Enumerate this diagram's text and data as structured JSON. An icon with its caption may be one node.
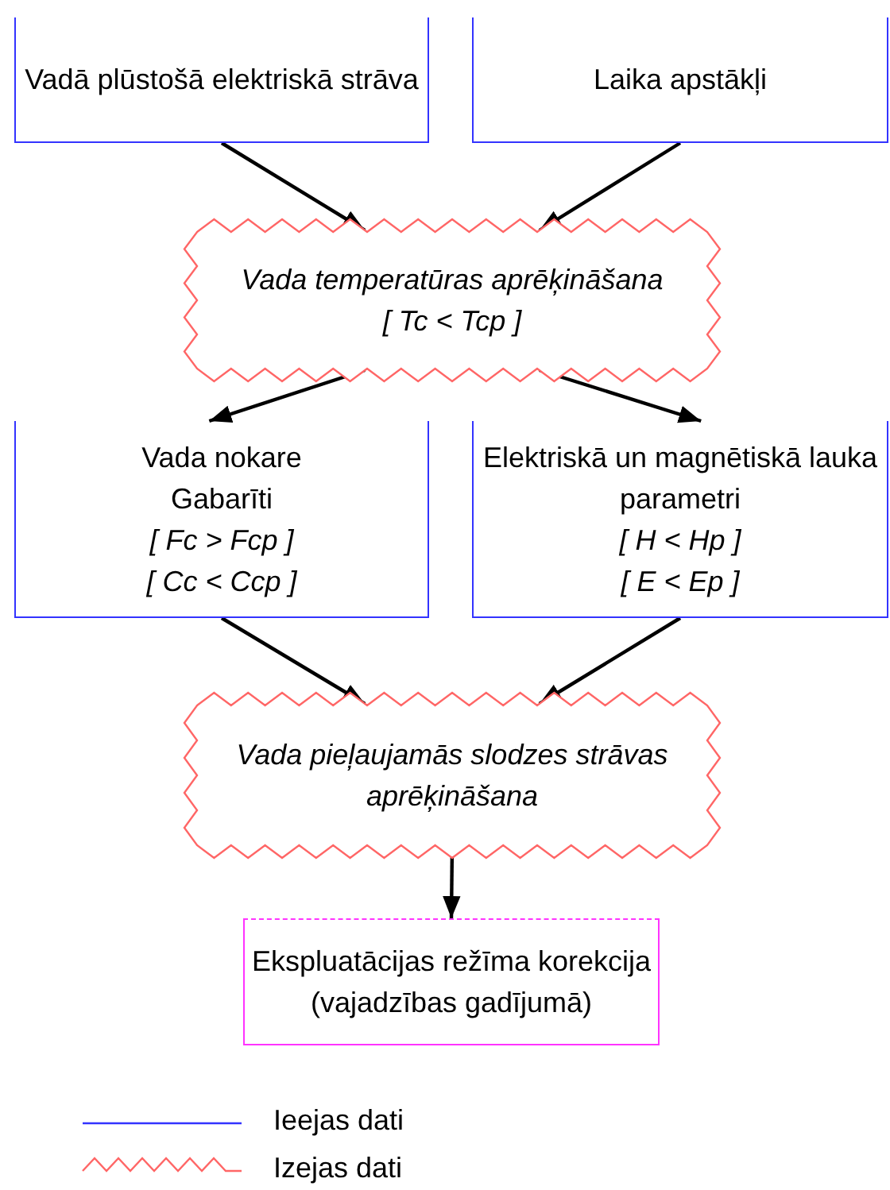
{
  "diagram": {
    "nodes": [
      {
        "text": [
          "Vadā plūstošā elektriskā strāva"
        ]
      },
      {
        "text": [
          "Laika apstākļi"
        ]
      },
      {
        "text": [
          "Vada temperatūras aprēķināšana",
          "[ Tc < Tcp ]"
        ]
      },
      {
        "text": [
          "Vada nokare",
          "Gabarīti",
          "[ Fc > Fcp ]",
          "[ Cc < Ccp ]"
        ]
      },
      {
        "text": [
          "Elektriskā un magnētiskā lauka parametri",
          "[ H < Hp ]",
          "[ E < Ep ]"
        ]
      },
      {
        "text": [
          "Vada pieļaujamās slodzes strāvas aprēķināšana"
        ]
      },
      {
        "text": [
          "Ekspluatācijas režīma korekcija",
          "(vajadzības gadījumā)"
        ]
      }
    ],
    "edges": [
      {
        "from": 0,
        "to": 2,
        "arrow": "to"
      },
      {
        "from": 1,
        "to": 2,
        "arrow": "to"
      },
      {
        "from": 2,
        "to": 3,
        "arrow": "to"
      },
      {
        "from": 2,
        "to": 4,
        "arrow": "to"
      },
      {
        "from": 3,
        "to": 5,
        "arrow": "to"
      },
      {
        "from": 4,
        "to": 5,
        "arrow": "to"
      },
      {
        "from": 5,
        "to": 6,
        "arrow": "to"
      }
    ],
    "legend": [
      {
        "text": "Ieejas dati"
      },
      {
        "text": "Izejas dati"
      }
    ]
  }
}
